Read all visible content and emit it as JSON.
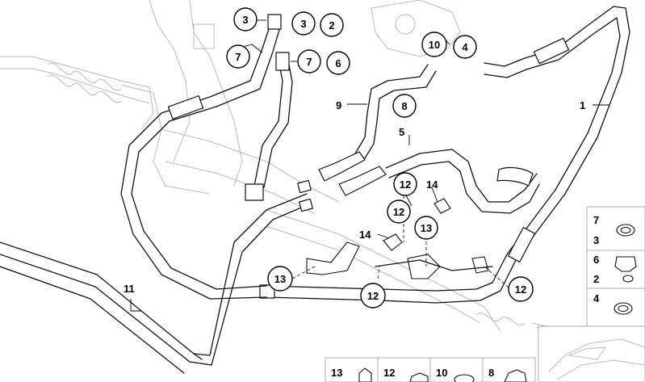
{
  "diagram": {
    "callouts": [
      {
        "id": "c-3a",
        "label": "3"
      },
      {
        "id": "c-3b",
        "label": "3"
      },
      {
        "id": "c-2",
        "label": "2"
      },
      {
        "id": "c-7a",
        "label": "7"
      },
      {
        "id": "c-7b",
        "label": "7"
      },
      {
        "id": "c-6",
        "label": "6"
      },
      {
        "id": "c-10",
        "label": "10"
      },
      {
        "id": "c-4",
        "label": "4"
      },
      {
        "id": "c-8",
        "label": "8"
      },
      {
        "id": "c-12a",
        "label": "12"
      },
      {
        "id": "c-12b",
        "label": "12"
      },
      {
        "id": "c-13a",
        "label": "13"
      },
      {
        "id": "c-13b",
        "label": "13"
      },
      {
        "id": "c-12c",
        "label": "12"
      },
      {
        "id": "c-12d",
        "label": "12"
      }
    ],
    "plain_labels": [
      {
        "id": "l-9",
        "label": "9"
      },
      {
        "id": "l-5",
        "label": "5"
      },
      {
        "id": "l-1",
        "label": "1"
      },
      {
        "id": "l-14a",
        "label": "14"
      },
      {
        "id": "l-14b",
        "label": "14"
      },
      {
        "id": "l-11",
        "label": "11"
      }
    ],
    "legend_side": [
      {
        "label": "7"
      },
      {
        "label": "3"
      },
      {
        "label": "6"
      },
      {
        "label": "2"
      },
      {
        "label": "4"
      }
    ],
    "legend_bottom": [
      {
        "label": "13"
      },
      {
        "label": "12"
      },
      {
        "label": "10"
      },
      {
        "label": "8"
      }
    ]
  }
}
